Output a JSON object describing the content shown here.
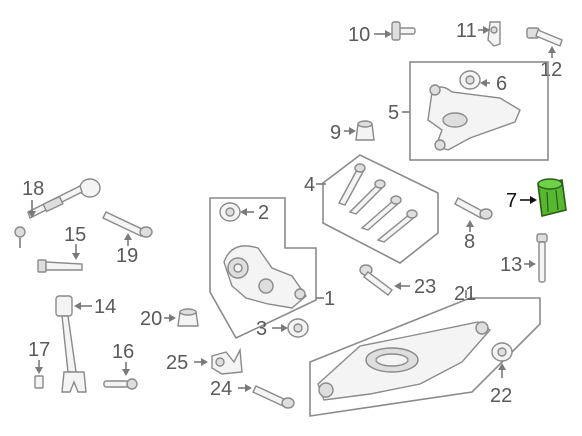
{
  "colors": {
    "highlight_part": "#55b82e",
    "line": "#7a7a7a",
    "text": "#5a5a5a"
  },
  "labels": {
    "p1": "1",
    "p2": "2",
    "p3": "3",
    "p4": "4",
    "p5": "5",
    "p6": "6",
    "p7": "7",
    "p8": "8",
    "p9": "9",
    "p10": "10",
    "p11": "11",
    "p12": "12",
    "p13": "13",
    "p14": "14",
    "p15": "15",
    "p16": "16",
    "p17": "17",
    "p18": "18",
    "p19": "19",
    "p20": "20",
    "p21": "21",
    "p22": "22",
    "p23": "23",
    "p24": "24",
    "p25": "25"
  }
}
